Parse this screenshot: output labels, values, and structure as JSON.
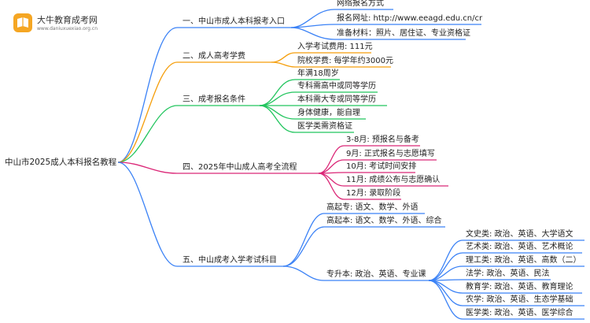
{
  "logo": {
    "title": "大牛教育成考网",
    "url": "www.daniuxuexiao.org.cn"
  },
  "root": "中山市2025成人本科报名教程",
  "colors": {
    "c1": "#3b82f6",
    "c2": "#f59e0b",
    "c3": "#22c55e",
    "c4": "#db2777",
    "c5": "#3b82f6"
  },
  "branches": [
    {
      "label": "一、中山市成人本科报考入口",
      "children": [
        "网络报名方式",
        "报名网址: http://www.eeagd.edu.cn/cr",
        "准备材料：照片、居住证、专业资格证"
      ]
    },
    {
      "label": "二、成人高考学费",
      "children": [
        "入学考试费用: 111元",
        "院校学费: 每学年约3000元"
      ]
    },
    {
      "label": "三、成考报名条件",
      "children": [
        "年满18周岁",
        "专科需高中或同等学历",
        "本科需大专或同等学历",
        "身体健康，能自理",
        "医学类需资格证"
      ]
    },
    {
      "label": "四、2025年中山成人高考全流程",
      "children": [
        "3-8月: 预报名与备考",
        "9月: 正式报名与志愿填写",
        "10月: 考试时间安排",
        "11月: 成绩公布与志愿确认",
        "12月: 录取阶段"
      ]
    },
    {
      "label": "五、中山成考入学考试科目",
      "children": [
        "高起专: 语文、数学、外语",
        "高起本: 语文、数学、外语、综合",
        "专升本: 政治、英语、专业课"
      ],
      "grandchildren": [
        "文史类: 政治、英语、大学语文",
        "艺术类: 政治、英语、艺术概论",
        "理工类: 政治、英语、高数（二）",
        "法学: 政治、英语、民法",
        "教育学: 政治、英语、教育理论",
        "农学: 政治、英语、生态学基础",
        "医学类: 政治、英语、医学综合"
      ]
    }
  ]
}
